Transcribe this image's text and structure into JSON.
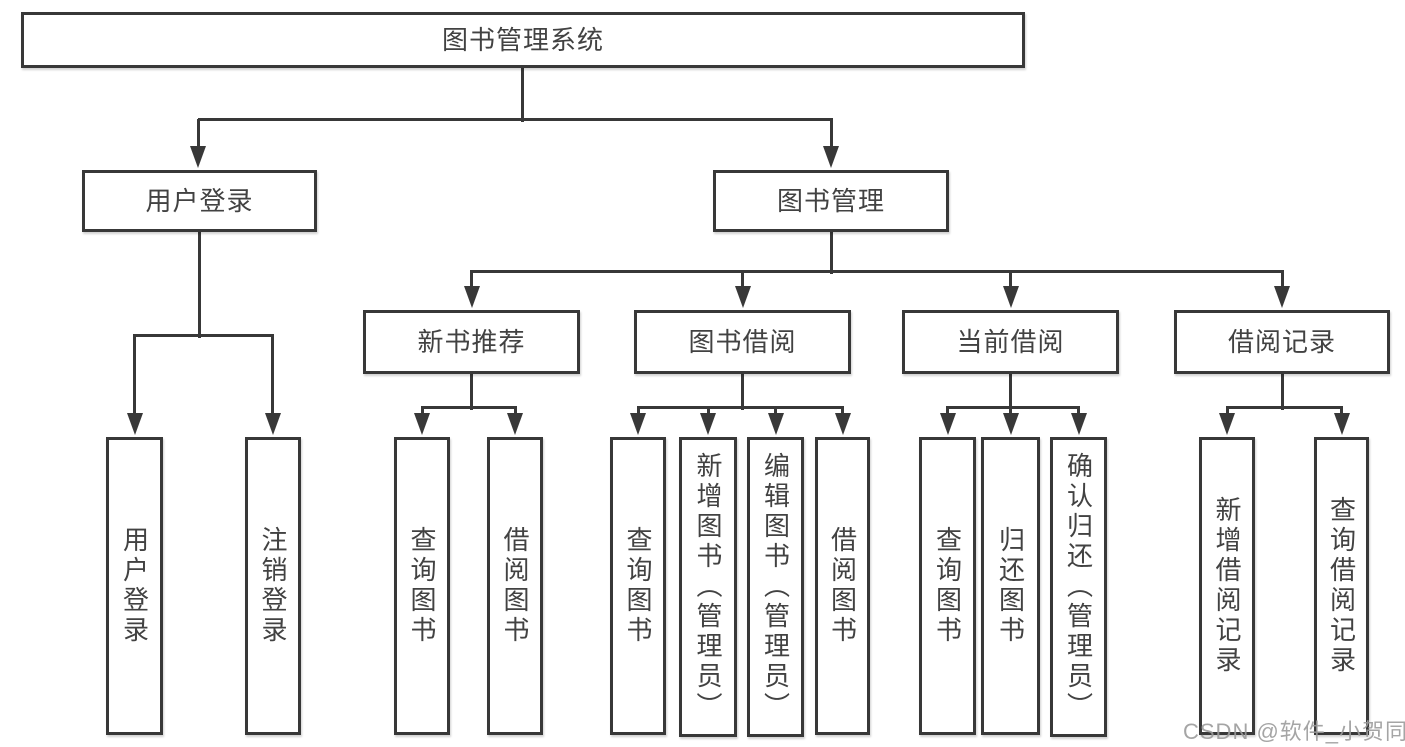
{
  "tree": {
    "label": "图书管理系统",
    "children": [
      {
        "label": "用户登录",
        "children": [
          {
            "label": "用户登录"
          },
          {
            "label": "注销登录"
          }
        ]
      },
      {
        "label": "图书管理",
        "children": [
          {
            "label": "新书推荐",
            "children": [
              {
                "label": "查询图书"
              },
              {
                "label": "借阅图书"
              }
            ]
          },
          {
            "label": "图书借阅",
            "children": [
              {
                "label": "查询图书"
              },
              {
                "label": "新增图书（管理员）"
              },
              {
                "label": "编辑图书（管理员）"
              },
              {
                "label": "借阅图书"
              }
            ]
          },
          {
            "label": "当前借阅",
            "children": [
              {
                "label": "查询图书"
              },
              {
                "label": "归还图书"
              },
              {
                "label": "确认归还（管理员）"
              }
            ]
          },
          {
            "label": "借阅记录",
            "children": [
              {
                "label": "新增借阅记录"
              },
              {
                "label": "查询借阅记录"
              }
            ]
          }
        ]
      }
    ]
  },
  "watermark": "CSDN @软件_小贺同学",
  "colors": {
    "line": "#383838",
    "box_border": "#383838",
    "text": "#424242",
    "watermark": "#9b9b9b",
    "background": "#ffffff"
  }
}
